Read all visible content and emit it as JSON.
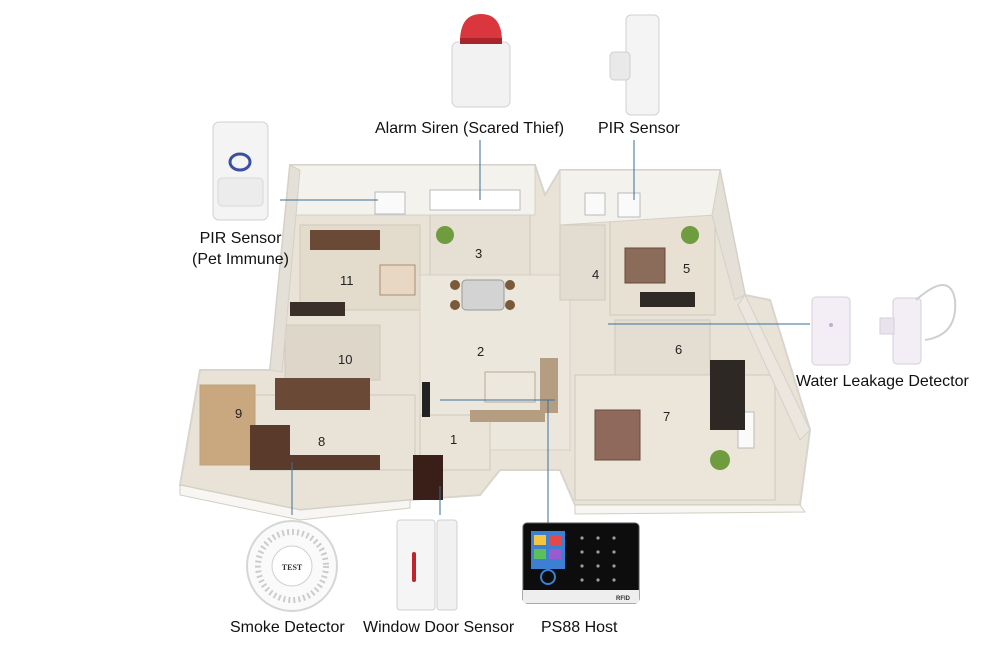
{
  "devices": {
    "alarm_siren": {
      "label": "Alarm Siren (Scared Thief)"
    },
    "pir_sensor_top": {
      "label": "PIR Sensor"
    },
    "pir_pet_immune": {
      "line1": "PIR Sensor",
      "line2": "(Pet Immune)"
    },
    "water_leak": {
      "label": "Water Leakage Detector"
    },
    "smoke": {
      "label": "Smoke Detector",
      "device_text": "TEST"
    },
    "door_sensor": {
      "label": "Window Door Sensor"
    },
    "host": {
      "label": "PS88 Host",
      "brand": "RFID"
    }
  },
  "rooms": [
    "1",
    "2",
    "3",
    "4",
    "5",
    "6",
    "7",
    "8",
    "9",
    "10",
    "11"
  ],
  "colors": {
    "wall": "#f3f1ec",
    "wall_shadow": "#d9d5cc",
    "floor": "#e8e2d6",
    "siren_red": "#d9363e",
    "lead_line": "#3a6f9a"
  }
}
